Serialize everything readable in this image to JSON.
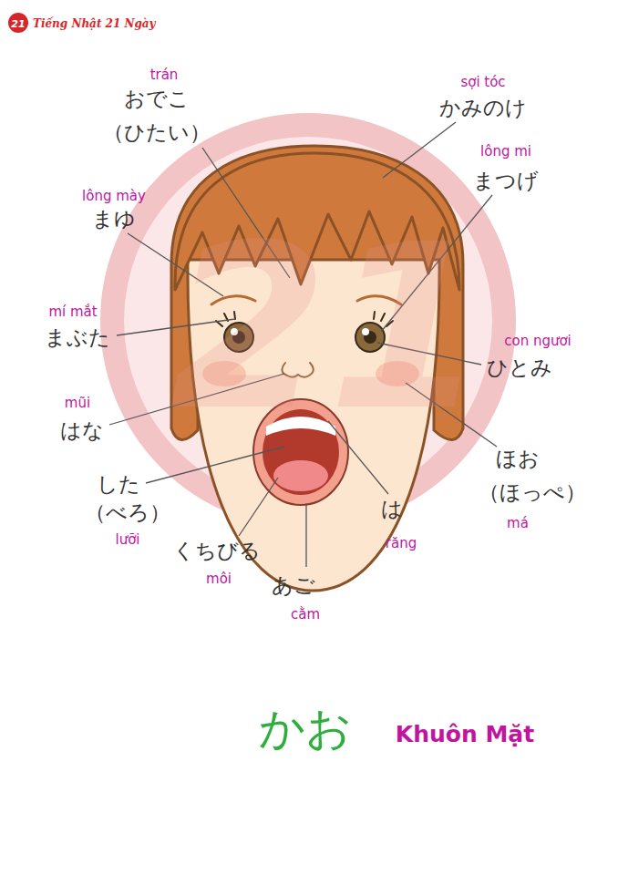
{
  "diagram": {
    "title": "かお",
    "labels": [
      "21",
      "Tiếng Nhật 21 Ngày",
      "21",
      "trán",
      "おでこ",
      "（ひたい）",
      "sợi tóc",
      "かみのけ",
      "lông mi",
      "まつげ",
      "lông mày",
      "まゆ",
      "mí mắt",
      "まぶた",
      "con ngươi",
      "ひとみ",
      "mũi",
      "はな",
      "ほお",
      "（ほっぺ）",
      "má",
      "した",
      "（べろ）",
      "lưỡi",
      "くちびる",
      "môi",
      "は",
      "răng",
      "あご",
      "cằm",
      "Khuôn Mặt"
    ]
  }
}
